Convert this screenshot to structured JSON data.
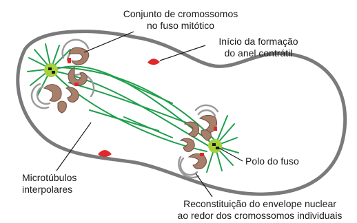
{
  "labels": {
    "chromosome_set": [
      "Conjunto de cromossomos",
      "no fuso mitótico"
    ],
    "contractile_ring": [
      "Início da formação",
      "do anel contrátil"
    ],
    "interpolar_microtubules": [
      "Microtúbulos",
      "interpolares"
    ],
    "spindle_pole": "Polo do fuso",
    "nuclear_envelope": [
      "Reconstituição do envelope nuclear",
      "ao redor dos cromossomos individuais"
    ]
  },
  "colors": {
    "cell_outline": "#7a7a7a",
    "microtubule": "#1e9f4c",
    "pole": "#a6d13a",
    "chromosome": "#a77f6b",
    "chromosome_outline": "#6e4f40",
    "contractile_ring": "#e0282a",
    "envelope": "#9a9a9a",
    "leader": "#1a1a1a"
  }
}
